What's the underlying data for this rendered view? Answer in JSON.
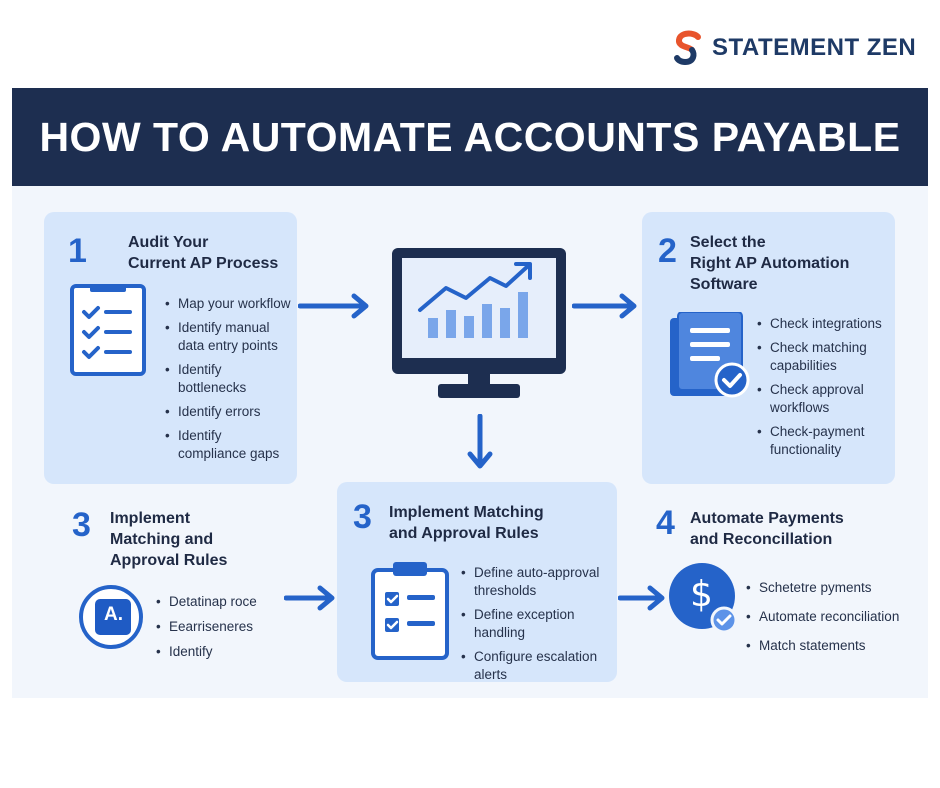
{
  "brand": {
    "name": "STATEMENT ZEN"
  },
  "title": "HOW TO AUTOMATE ACCOUNTS PAYABLE",
  "steps": [
    {
      "number": "1",
      "title_lines": [
        "Audit Your",
        "Current AP Process"
      ],
      "bullets": [
        "Map your workflow",
        "Identify manual data entry points",
        "Identify bottlenecks",
        "Identify errors",
        "Identify compliance gaps"
      ]
    },
    {
      "number": "2",
      "title_lines": [
        "Select the",
        "Right AP Automation",
        "Software"
      ],
      "bullets": [
        "Check integrations",
        "Check matching capabilities",
        "Check approval workflows",
        "Check-payment functionality"
      ]
    },
    {
      "number": "3",
      "title_lines": [
        "Implement",
        "Matching and",
        "Approval Rules"
      ],
      "icon_label": "A.",
      "bullets": [
        "Detatinap roce",
        "Eearriseneres",
        "Identify"
      ]
    },
    {
      "number": "3",
      "title_lines": [
        "Implement Matching",
        "and Approval Rules"
      ],
      "bullets": [
        "Define auto-approval thresholds",
        "Define exception handling",
        "Configure escalation alerts"
      ]
    },
    {
      "number": "4",
      "title_lines": [
        "Automate Payments",
        "and Reconcillation"
      ],
      "icon_label": "$",
      "bullets": [
        "Schetetre pyments",
        "Automate reconciliation",
        "Match statements"
      ]
    }
  ],
  "colors": {
    "navy": "#1d2e50",
    "blue": "#2563c9",
    "card": "#d6e6fb",
    "accent_orange": "#e8542c"
  }
}
